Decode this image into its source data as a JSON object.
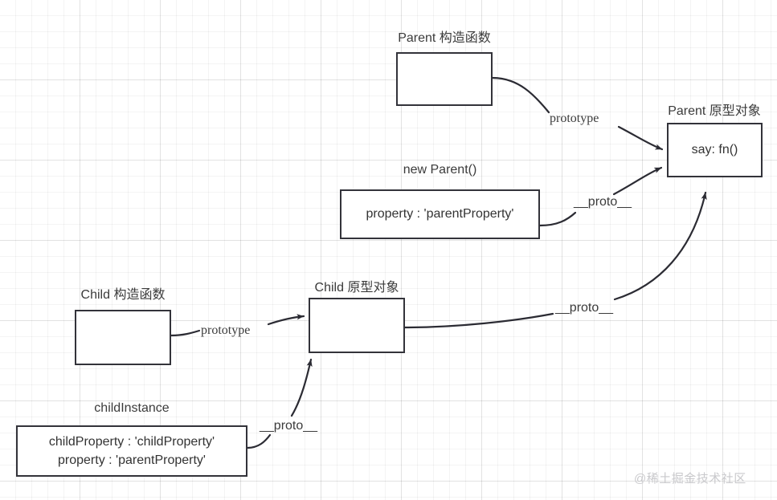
{
  "diagram": {
    "title_hidden": "",
    "stroke_color": "#33333a",
    "text_color": "#333333",
    "background": "#ffffff",
    "grid_color": "#ececec",
    "nodes": {
      "parent_constructor": {
        "caption": "Parent 构造函数",
        "body": ""
      },
      "parent_prototype": {
        "caption": "Parent 原型对象",
        "body": "say: fn()"
      },
      "new_parent": {
        "caption": "new Parent()",
        "body": "property :  'parentProperty'"
      },
      "child_constructor": {
        "caption": "Child 构造函数",
        "body": ""
      },
      "child_prototype": {
        "caption": "Child 原型对象",
        "body": ""
      },
      "child_instance": {
        "caption": "childInstance",
        "body_line1": "childProperty : 'childProperty'",
        "body_line2": "property :  'parentProperty'"
      }
    },
    "edges": {
      "parent_prototype_label": "prototype",
      "new_parent_proto_label": "__proto__",
      "child_prototype_label": "prototype",
      "child_prototype_proto_label": "__proto__",
      "child_instance_proto_label": "__proto__"
    },
    "watermark": "@稀土掘金技术社区"
  }
}
